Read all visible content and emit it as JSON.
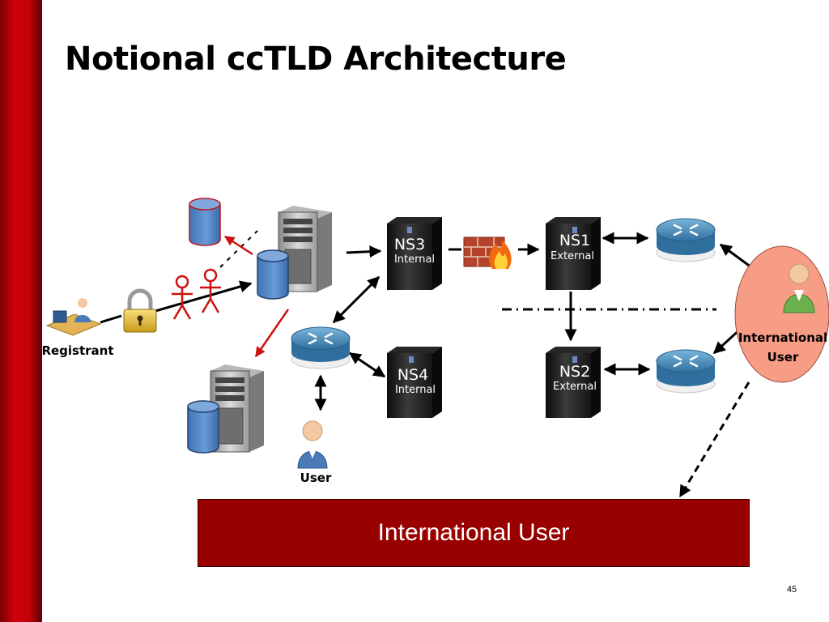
{
  "slide": {
    "title": "Notional ccTLD Architecture",
    "page_number": "45",
    "banner_text": "International User"
  },
  "servers": {
    "ns3": {
      "name": "NS3",
      "role": "Internal"
    },
    "ns1": {
      "name": "NS1",
      "role": "External"
    },
    "ns4": {
      "name": "NS4",
      "role": "Internal"
    },
    "ns2": {
      "name": "NS2",
      "role": "External"
    }
  },
  "people": {
    "registrant": "Registrant",
    "user": "User",
    "international_line1": "International",
    "international_line2": "User"
  },
  "icons": [
    "database-icon",
    "server-tower-icon",
    "padlock-icon",
    "attacker-stick-figure-icon",
    "router-icon",
    "firewall-icon",
    "user-icon"
  ],
  "colors": {
    "sidebar_red": "#c0000a",
    "banner_red": "#990000",
    "threat_red": "#cc1111",
    "international_user_ellipse": "#f79c85",
    "user_green": "#6ab04c",
    "user_blue": "#4a7ab8"
  }
}
